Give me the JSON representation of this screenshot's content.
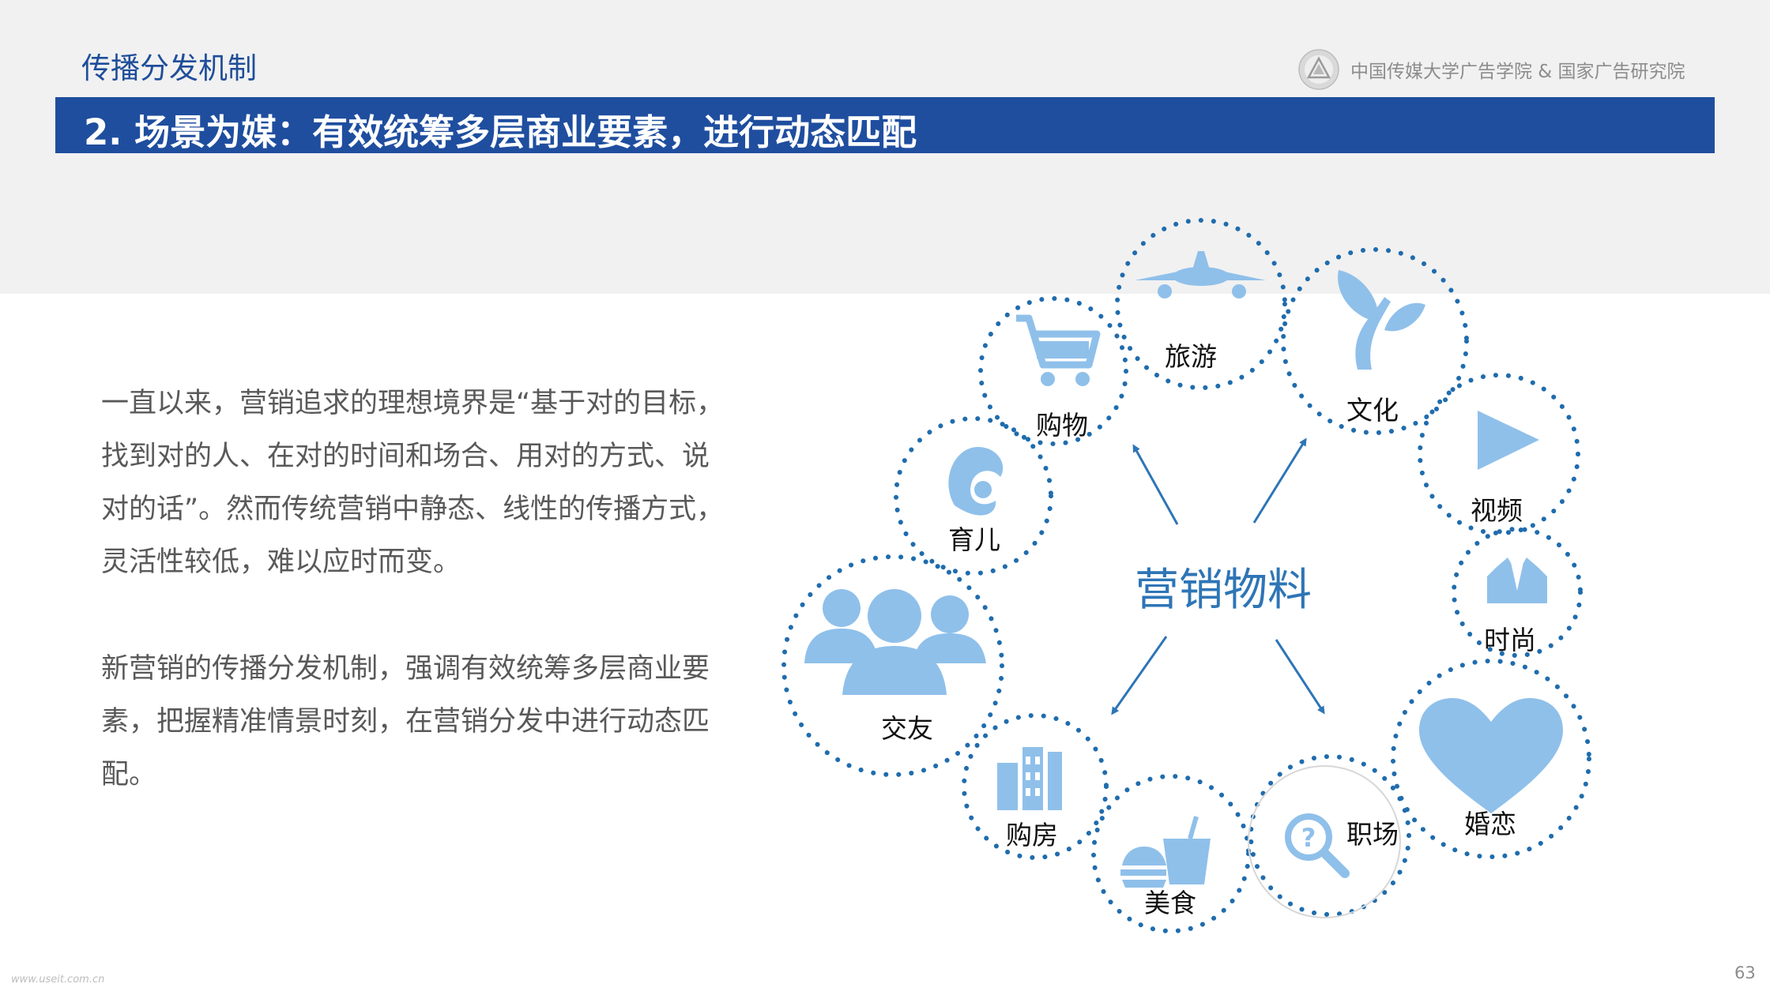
{
  "header": {
    "section_label": "传播分发机制",
    "org_text": "中国传媒大学广告学院 & 国家广告研究院",
    "title": "2. 场景为媒：有效统筹多层商业要素，进行动态匹配"
  },
  "body": {
    "paragraph_1": "一直以来，营销追求的理想境界是“基于对的目标，找到对的人、在对的时间和场合、用对的方式、说对的话”。然而传统营销中静态、线性的传播方式，灵活性较低，难以应时而变。",
    "paragraph_2": "新营销的传播分发机制，强调有效统筹多层商业要素，把握精准情景时刻，在营销分发中进行动态匹配。"
  },
  "diagram": {
    "center_label": "营销物料",
    "nodes": {
      "travel": "旅游",
      "culture": "文化",
      "shopping": "购物",
      "video": "视频",
      "parenting": "育儿",
      "fashion": "时尚",
      "social": "交友",
      "dating": "婚恋",
      "house": "购房",
      "food": "美食",
      "career": "职场"
    }
  },
  "colors": {
    "accent_blue": "#1f4e9f",
    "dot_blue": "#1f6cad",
    "icon_blue": "#8fc0ea",
    "center_text": "#2e75b6"
  },
  "footer": {
    "url": "www.useit.com.cn",
    "page_number": "63"
  }
}
